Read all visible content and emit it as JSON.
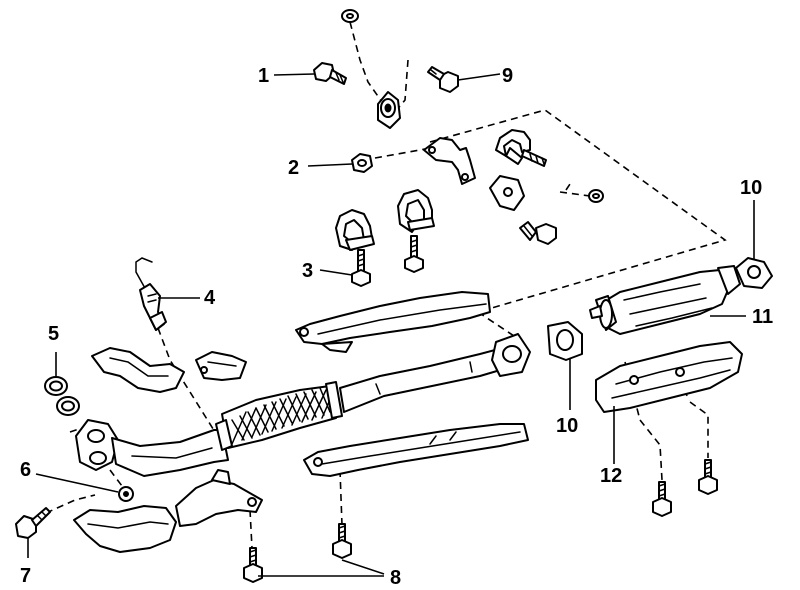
{
  "callouts": {
    "c1": "1",
    "c2": "2",
    "c3": "3",
    "c4": "4",
    "c5": "5",
    "c6": "6",
    "c7": "7",
    "c8": "8",
    "c9": "9",
    "c10a": "10",
    "c10b": "10",
    "c11": "11",
    "c12": "12"
  }
}
